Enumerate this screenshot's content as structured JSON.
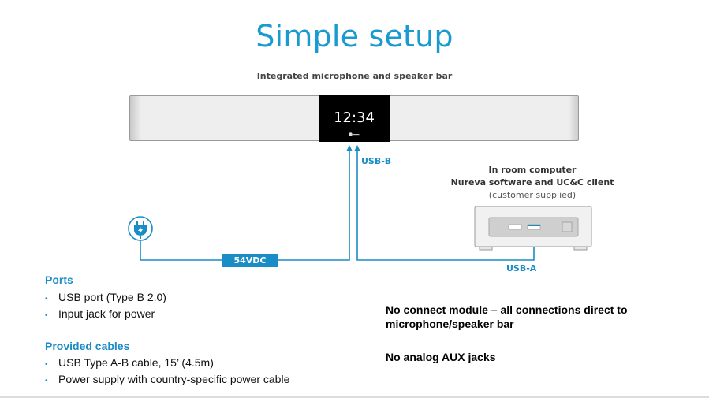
{
  "title": "Simple setup",
  "subtitle": "Integrated microphone and speaker bar",
  "device_bar": {
    "clock": "12:34",
    "port_label": "USB-B"
  },
  "computer": {
    "line1": "In room computer",
    "line2": "Nureva software and UC&C client",
    "line3": "(customer supplied)",
    "port_label": "USB-A"
  },
  "power": {
    "icon": "power-plug-icon",
    "badge": "54VDC"
  },
  "colors": {
    "accent": "#1a9bd0",
    "line": "#1a8cc6",
    "screen": "#000000"
  },
  "ports": {
    "heading": "Ports",
    "items": [
      "USB port (Type B 2.0)",
      "Input jack for power"
    ]
  },
  "cables": {
    "heading": "Provided cables",
    "items": [
      "USB Type A-B cable, 15’ (4.5m)",
      "Power supply with country-specific power cable"
    ]
  },
  "notes": [
    "No connect module – all connections direct to microphone/speaker bar",
    "No analog AUX jacks"
  ]
}
